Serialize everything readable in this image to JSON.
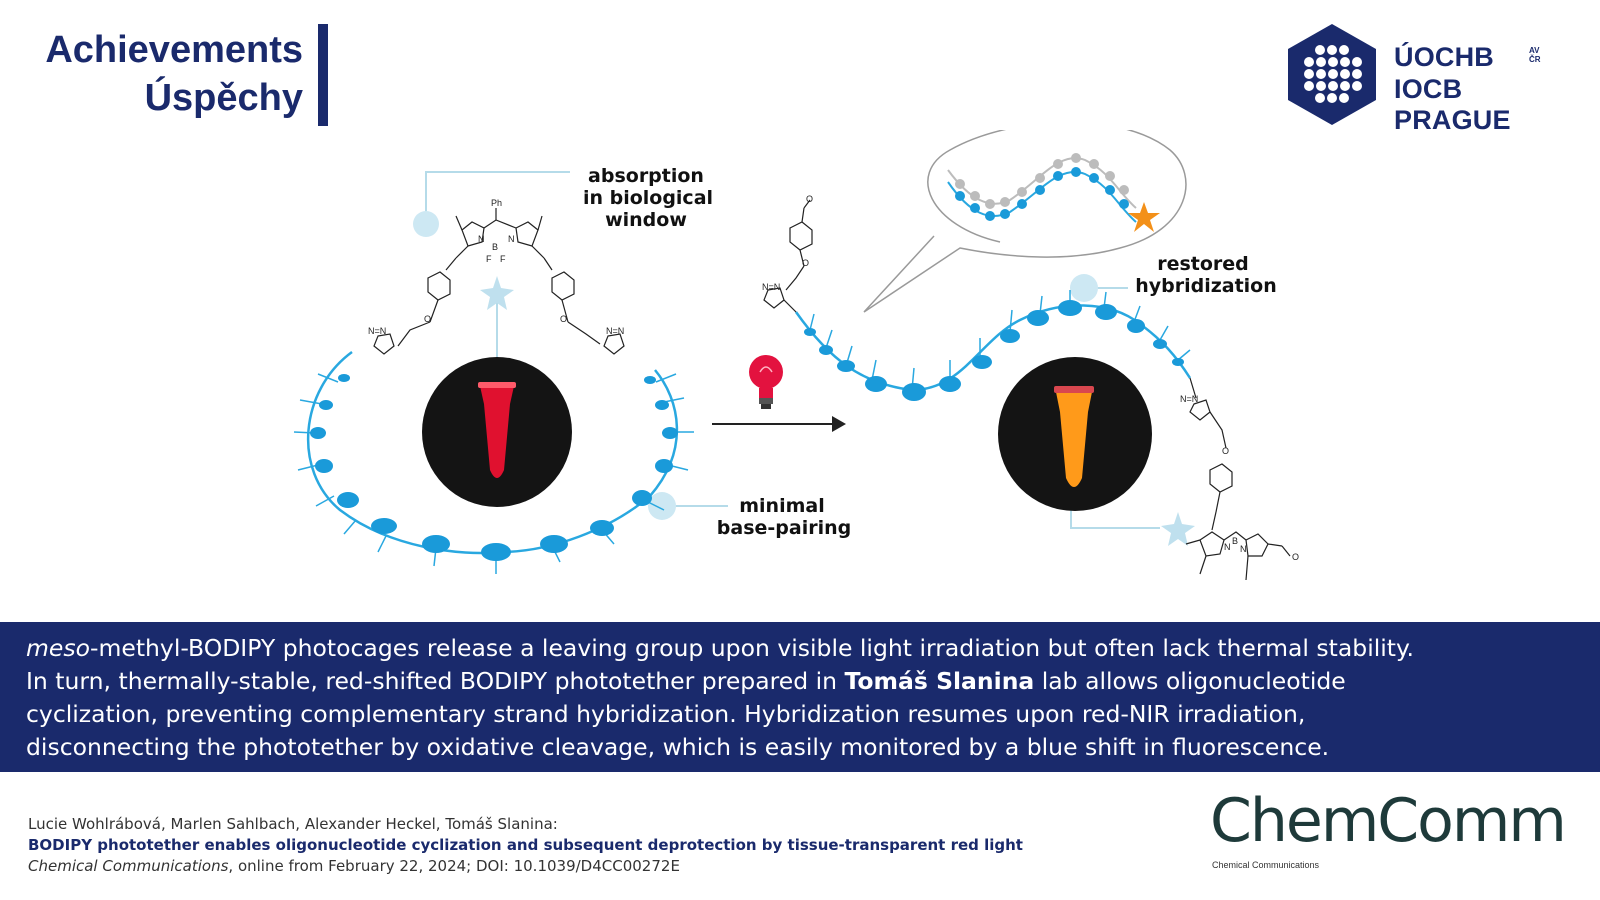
{
  "header": {
    "title_en": "Achievements",
    "title_cz": "Úspěchy"
  },
  "logo": {
    "line1": "ÚOCHB",
    "superscript_top": "AV",
    "superscript_bottom": "ČR",
    "line2": "IOCB PRAGUE",
    "icon": "iocb-hexagon-dots-icon"
  },
  "diagram": {
    "labels": {
      "absorption_l1": "absorption",
      "absorption_l2": "in biological",
      "absorption_l3": "window",
      "minimal_l1": "minimal",
      "minimal_l2": "base-pairing",
      "restored_l1": "restored",
      "restored_l2": "hybridization"
    },
    "chem": {
      "ph": "Ph",
      "n": "N",
      "b": "B",
      "f": "F",
      "nnn": "N=N",
      "o": "O"
    },
    "icons": [
      "red-light-bulb-icon",
      "reaction-arrow-icon",
      "star-icon"
    ],
    "colors": {
      "strand": "#29a8e0",
      "bead": "#1a9ad9",
      "ghost": "#bcbcbc",
      "tube_red": "#e0112f",
      "tube_orange": "#ff9a1a",
      "star_orange": "#f39019",
      "star_pale": "#bfe0ee"
    }
  },
  "description": {
    "line1_em": "meso",
    "line1": "-methyl-BODIPY photocages release a leaving group upon visible light irradiation but often lack thermal stability.",
    "line2_a": "In turn, thermally-stable, red-shifted BODIPY phototether prepared in ",
    "line2_b": "Tomáš Slanina",
    "line2_c": " lab allows oligonucleotide",
    "line3": "cyclization, preventing complementary strand hybridization. Hybridization resumes upon red-NIR irradiation,",
    "line4": "disconnecting the phototether by oxidative cleavage, which is easily monitored by a blue shift in fluorescence."
  },
  "citation": {
    "authors": "Lucie Wohlrábová, Marlen Sahlbach, Alexander Heckel, Tomáš Slanina:",
    "title": "BODIPY phototether enables oligonucleotide cyclization and subsequent deprotection by tissue-transparent red light",
    "journal": "Chemical Communications",
    "rest": ", online from February 22, 2024; DOI: 10.1039/D4CC00272E"
  },
  "journal_logo": {
    "name": "ChemComm",
    "subtitle": "Chemical Communications"
  },
  "colors": {
    "navy": "#1a2a6c",
    "white": "#ffffff"
  }
}
